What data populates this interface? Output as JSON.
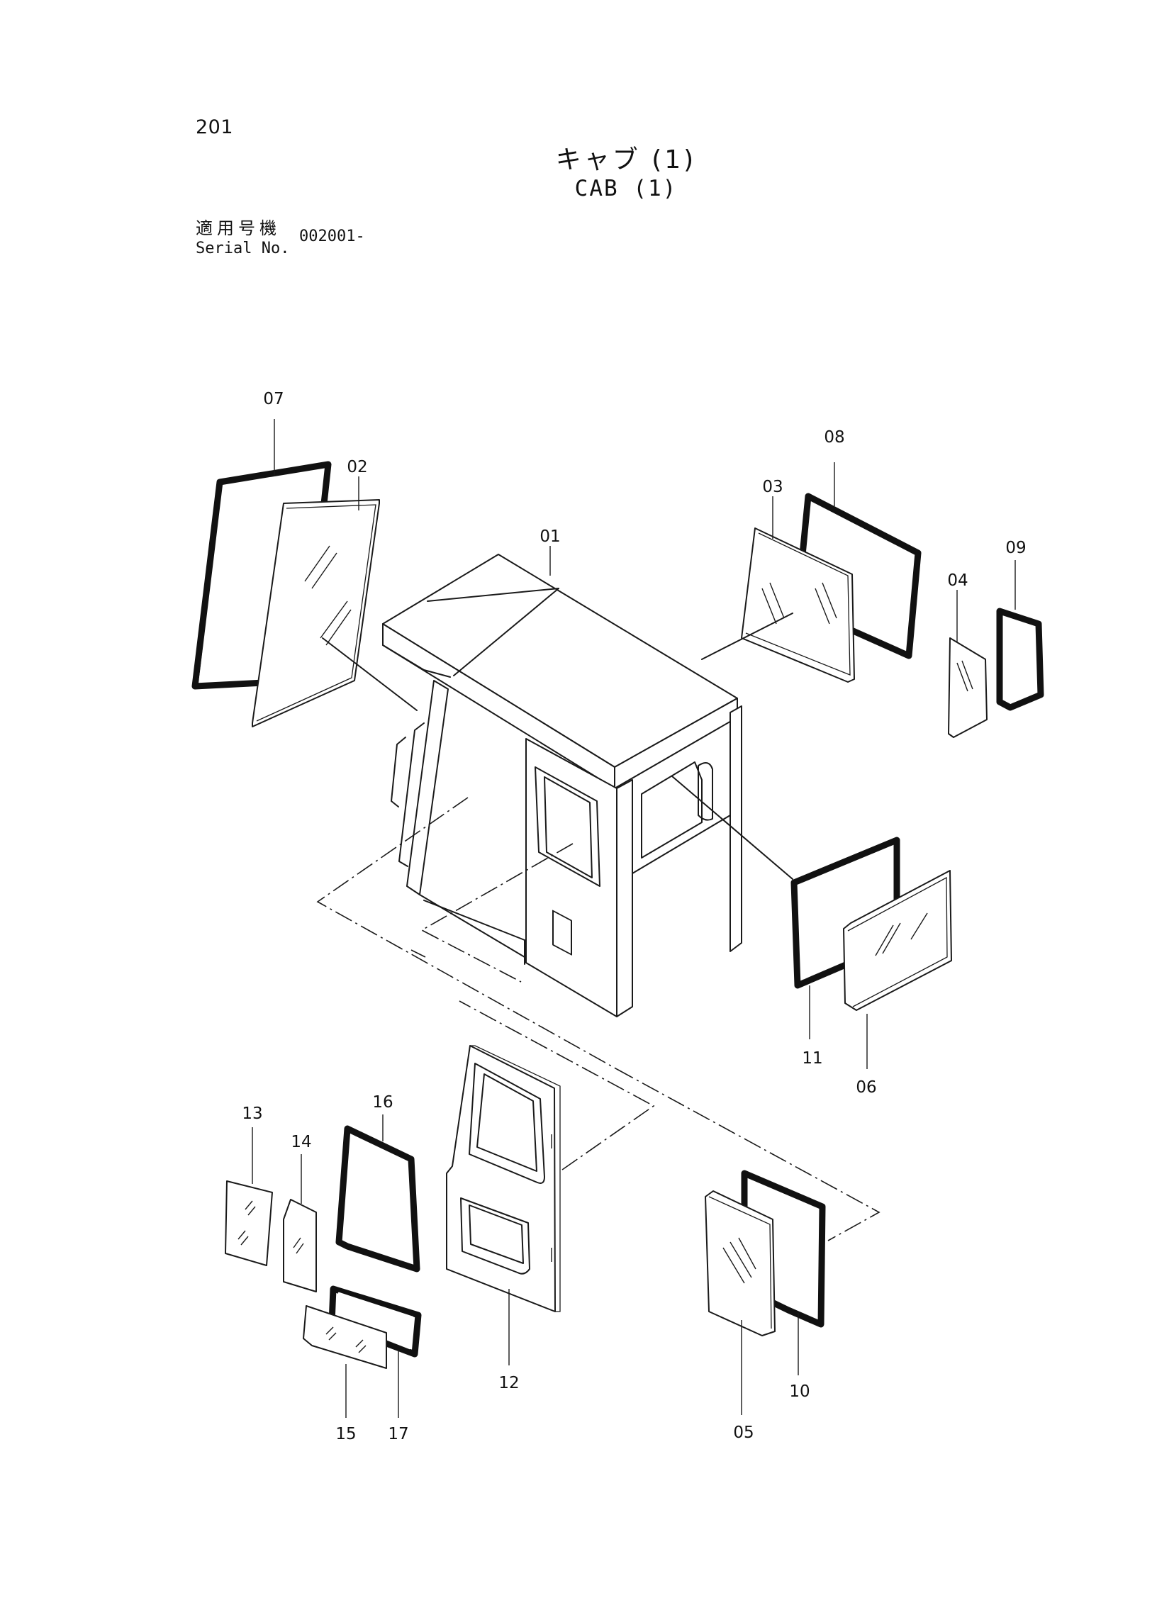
{
  "page_number": "201",
  "title_jp": "キャブ (1)",
  "title_en": "CAB (1)",
  "serial": {
    "label_jp": "適用号機",
    "label_en": "Serial No.",
    "value": "002001-"
  },
  "callouts": {
    "c01": "01",
    "c02": "02",
    "c03": "03",
    "c04": "04",
    "c05": "05",
    "c06": "06",
    "c07": "07",
    "c08": "08",
    "c09": "09",
    "c10": "10",
    "c11": "11",
    "c12": "12",
    "c13": "13",
    "c14": "14",
    "c15": "15",
    "c16": "16",
    "c17": "17"
  }
}
